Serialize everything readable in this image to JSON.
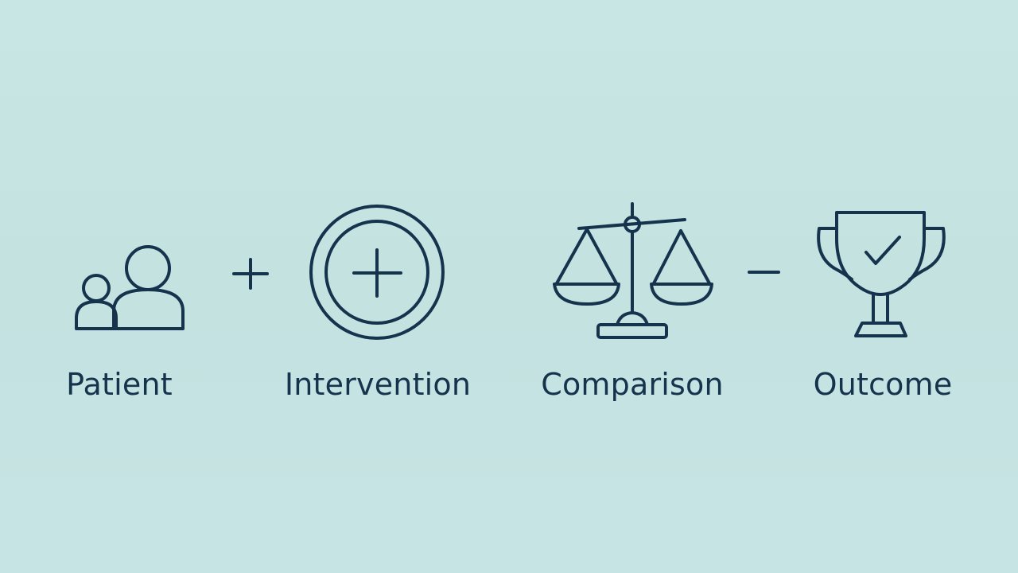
{
  "diagram": {
    "colors": {
      "background": "#c5e3e2",
      "ink": "#15334d"
    },
    "steps": [
      {
        "label": "Patient",
        "icon": "patient-group-icon"
      },
      {
        "label": "Intervention",
        "icon": "circle-plus-icon"
      },
      {
        "label": "Comparison",
        "icon": "balance-scale-icon"
      },
      {
        "label": "Outcome",
        "icon": "trophy-check-icon"
      }
    ],
    "operators": [
      {
        "symbol": "+",
        "icon": "plus-icon"
      },
      {
        "symbol": "−",
        "icon": "minus-icon"
      }
    ]
  }
}
